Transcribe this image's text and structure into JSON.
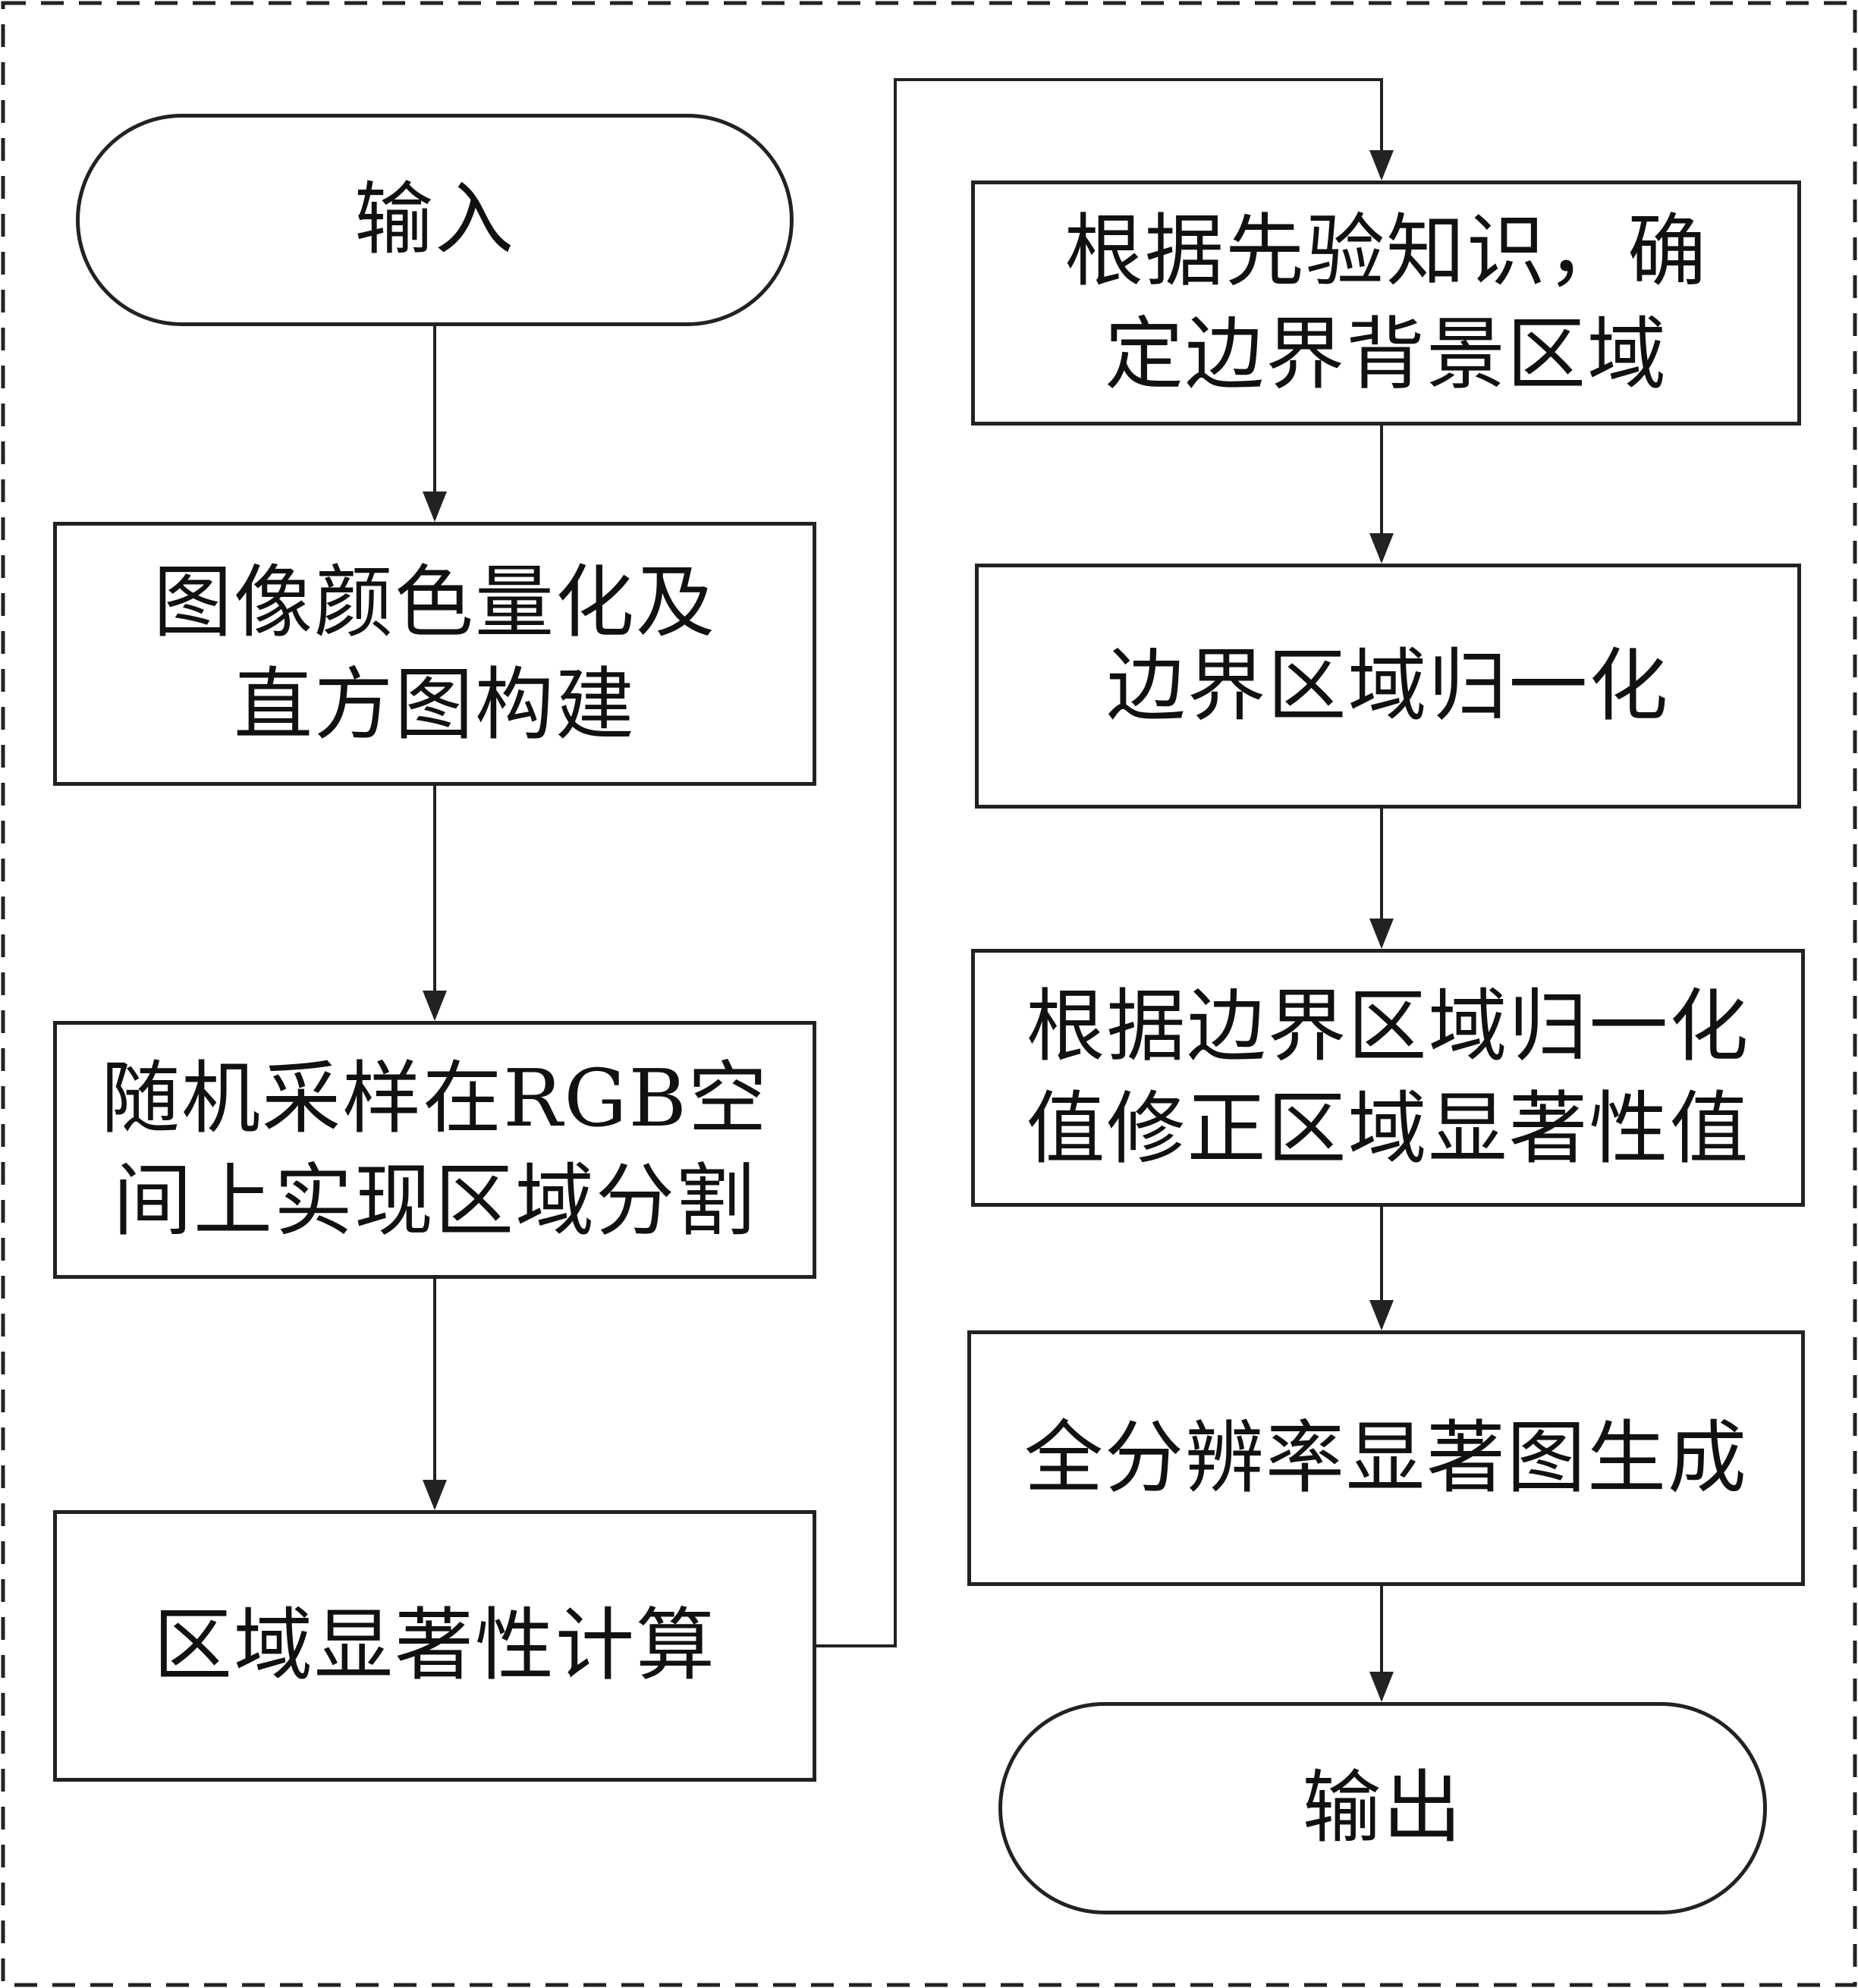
{
  "left_column": {
    "start": "输入",
    "step1": "图像颜色量化及\n直方图构建",
    "step2": "随机采样在RGB空\n间上实现区域分割",
    "step3": "区域显著性计算"
  },
  "right_column": {
    "step4": "根据先验知识，确\n定边界背景区域",
    "step5": "边界区域归一化",
    "step6": "根据边界区域归一化\n值修正区域显著性值",
    "step7": "全分辨率显著图生成",
    "end": "输出"
  }
}
